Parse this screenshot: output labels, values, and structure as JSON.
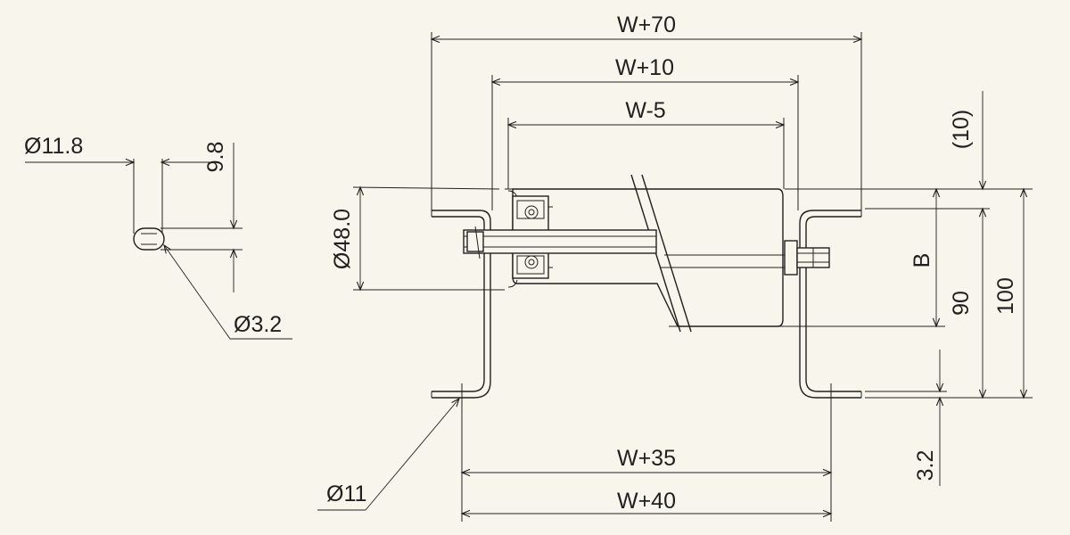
{
  "colors": {
    "background": "#f8f5ec",
    "ink": "#231f20"
  },
  "dimensions": {
    "w_plus_70": "W+70",
    "w_plus_10": "W+10",
    "w_minus_5": "W-5",
    "w_plus_35": "W+35",
    "w_plus_40": "W+40",
    "dia_48": "Ø48.0",
    "dia_11": "Ø11",
    "dia_11_8": "Ø11.8",
    "dia_3_2": "Ø3.2",
    "len_9_8": "9.8",
    "len_10": "(10)",
    "len_b": "B",
    "len_90": "90",
    "len_100": "100",
    "len_3_2": "3.2"
  }
}
